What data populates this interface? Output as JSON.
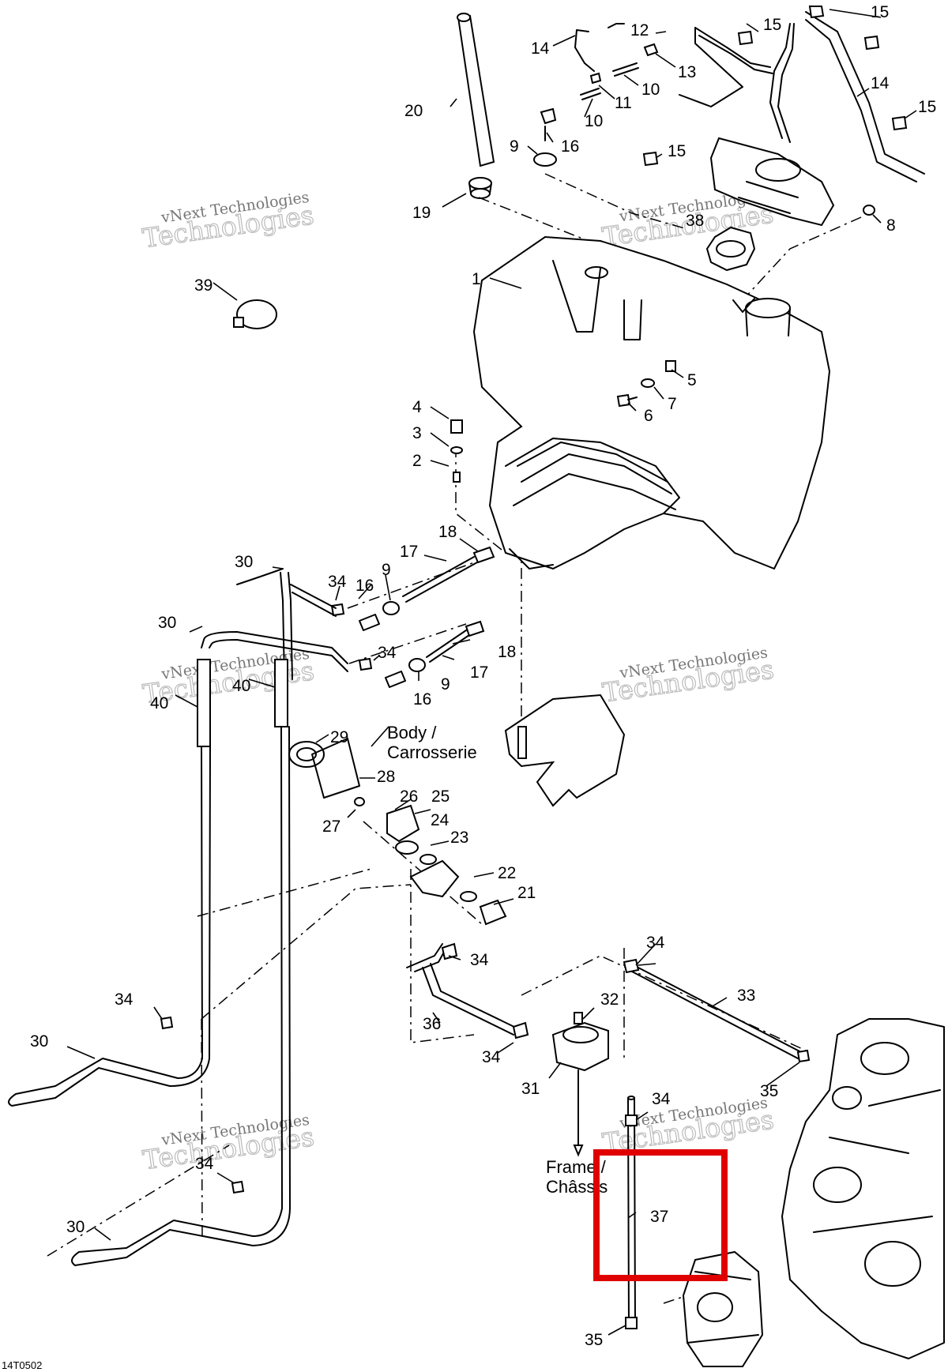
{
  "callouts": [
    {
      "n": "1"
    },
    {
      "n": "2"
    },
    {
      "n": "3"
    },
    {
      "n": "4"
    },
    {
      "n": "5"
    },
    {
      "n": "6"
    },
    {
      "n": "7"
    },
    {
      "n": "8"
    },
    {
      "n": "9"
    },
    {
      "n": "9"
    },
    {
      "n": "9"
    },
    {
      "n": "10"
    },
    {
      "n": "10"
    },
    {
      "n": "11"
    },
    {
      "n": "12"
    },
    {
      "n": "13"
    },
    {
      "n": "14"
    },
    {
      "n": "14"
    },
    {
      "n": "15"
    },
    {
      "n": "15"
    },
    {
      "n": "15"
    },
    {
      "n": "15"
    },
    {
      "n": "16"
    },
    {
      "n": "16"
    },
    {
      "n": "16"
    },
    {
      "n": "17"
    },
    {
      "n": "17"
    },
    {
      "n": "18"
    },
    {
      "n": "18"
    },
    {
      "n": "19"
    },
    {
      "n": "20"
    },
    {
      "n": "21"
    },
    {
      "n": "22"
    },
    {
      "n": "23"
    },
    {
      "n": "24"
    },
    {
      "n": "25"
    },
    {
      "n": "26"
    },
    {
      "n": "27"
    },
    {
      "n": "28"
    },
    {
      "n": "29"
    },
    {
      "n": "30"
    },
    {
      "n": "30"
    },
    {
      "n": "30"
    },
    {
      "n": "30"
    },
    {
      "n": "31"
    },
    {
      "n": "32"
    },
    {
      "n": "33"
    },
    {
      "n": "34"
    },
    {
      "n": "34"
    },
    {
      "n": "34"
    },
    {
      "n": "34"
    },
    {
      "n": "34"
    },
    {
      "n": "34"
    },
    {
      "n": "34"
    },
    {
      "n": "34"
    },
    {
      "n": "35"
    },
    {
      "n": "35"
    },
    {
      "n": "36"
    },
    {
      "n": "37"
    },
    {
      "n": "38"
    },
    {
      "n": "39"
    },
    {
      "n": "40"
    },
    {
      "n": "40"
    }
  ],
  "notes": {
    "body_line1": "Body /",
    "body_line2": "Carrosserie",
    "frame_line1": "Frame /",
    "frame_line2": "Châssis"
  },
  "drawing_code": "14T0502",
  "watermark": {
    "line1": "vNext Technologies",
    "line2": "Technologies"
  },
  "highlight": {
    "color": "#e00000",
    "target_callout": "37"
  }
}
